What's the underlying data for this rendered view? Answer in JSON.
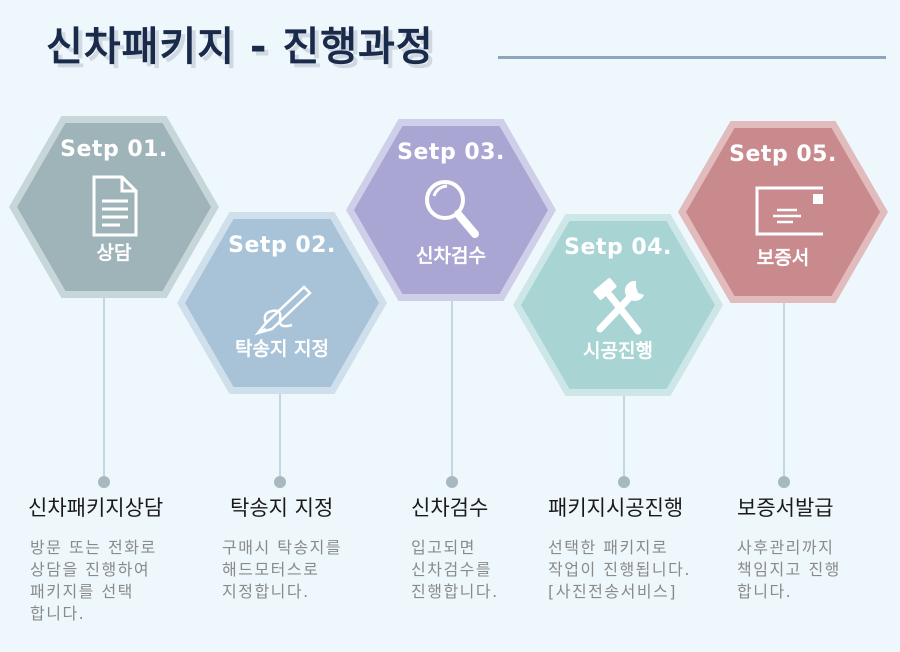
{
  "header": {
    "title": "신차패키지 - 진행과정"
  },
  "colors": {
    "step1": "#9fb4b8",
    "step2": "#a8c3d8",
    "step3": "#a9a6d3",
    "step4": "#a8d4d4",
    "step5": "#c98a8d"
  },
  "steps": [
    {
      "label": "Setp 01.",
      "name": "상담",
      "icon": "document-icon",
      "title": "신차패키지상담",
      "desc": "방문 또는 전화로\n상담을 진행하여\n패키지를 선택\n합니다."
    },
    {
      "label": "Setp 02.",
      "name": "탁송지 지정",
      "icon": "pen-icon",
      "title": "탁송지 지정",
      "desc": "구매시 탁송지를\n해드모터스로\n지정합니다."
    },
    {
      "label": "Setp 03.",
      "name": "신차검수",
      "icon": "magnifier-icon",
      "title": "신차검수",
      "desc": "입고되면\n신차검수를\n진행합니다."
    },
    {
      "label": "Setp 04.",
      "name": "시공진행",
      "icon": "tools-icon",
      "title": "패키지시공진행",
      "desc": "선택한 패키지로\n작업이 진행됩니다.\n[사진전송서비스]"
    },
    {
      "label": "Setp 05.",
      "name": "보증서",
      "icon": "envelope-icon",
      "title": "보증서발급",
      "desc": "사후관리까지\n책임지고 진행\n합니다."
    }
  ]
}
